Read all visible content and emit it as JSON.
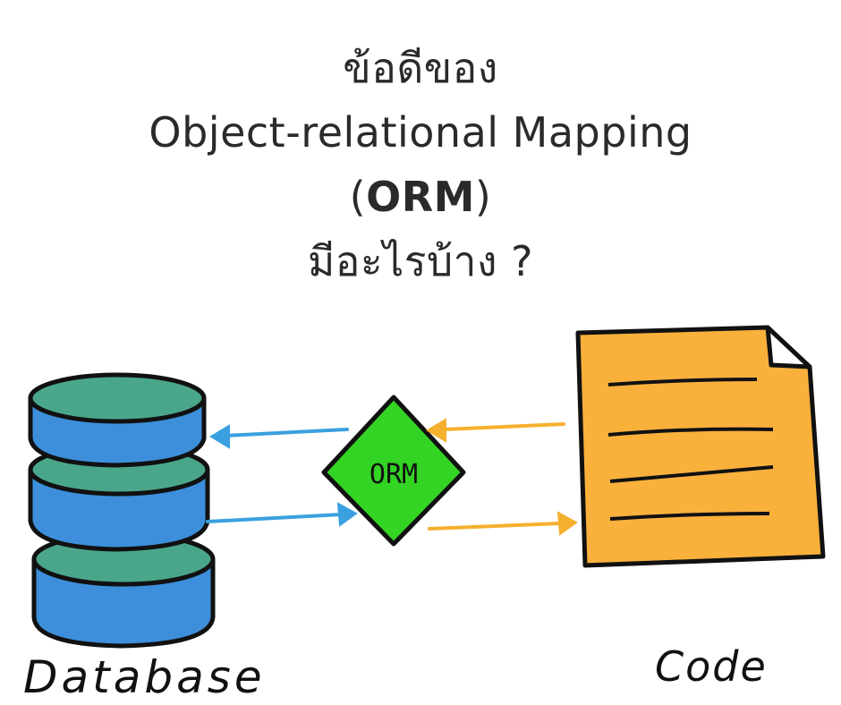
{
  "title": {
    "line1": "ข้อดีของ",
    "line2": "Object-relational Mapping",
    "line3_open": "(",
    "line3_bold": "ORM",
    "line3_close": ")",
    "line4": "มีอะไรบ้าง ?"
  },
  "diagram": {
    "orm_label": "ORM",
    "database_label": "Database",
    "code_label": "Code",
    "colors": {
      "cylinder_side": "#3d8fdc",
      "cylinder_top": "#4aa68a",
      "orm_diamond": "#33d424",
      "document": "#f9b13c",
      "arrow_db": "#3aa0e0",
      "arrow_code": "#f5b02e",
      "outline": "#111111"
    },
    "icons": [
      "database-cylinder-icon",
      "orm-diamond-icon",
      "code-document-icon"
    ]
  }
}
